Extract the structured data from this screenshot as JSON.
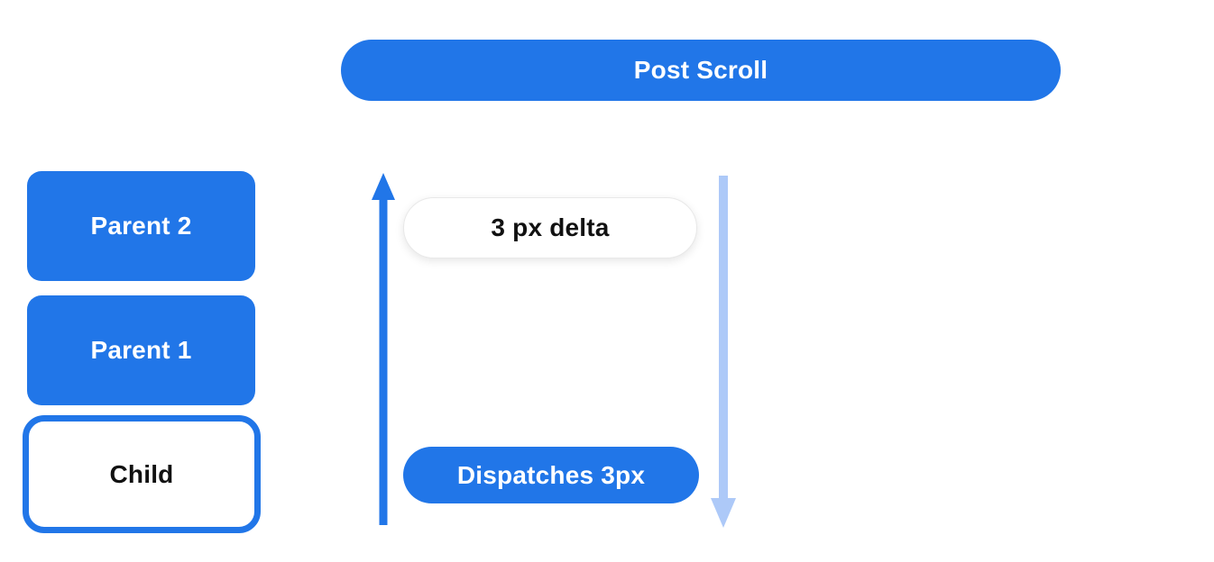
{
  "diagram": {
    "banner": {
      "label": "Post Scroll"
    },
    "nodes": {
      "parent2": {
        "label": "Parent 2"
      },
      "parent1": {
        "label": "Parent 1"
      },
      "child": {
        "label": "Child"
      }
    },
    "badges": {
      "delta": {
        "label": "3 px delta"
      },
      "dispatch": {
        "label": "Dispatches 3px"
      }
    },
    "arrows": {
      "up": {
        "name": "upward-dispatch-arrow",
        "direction": "up"
      },
      "down": {
        "name": "downward-post-scroll-arrow",
        "direction": "down"
      }
    },
    "colors": {
      "primary_blue": "#2176e8",
      "light_blue": "#adc9f8",
      "surface_white": "#ffffff",
      "text_dark": "#111111",
      "badge_border_gray": "#e8e8e8"
    }
  }
}
